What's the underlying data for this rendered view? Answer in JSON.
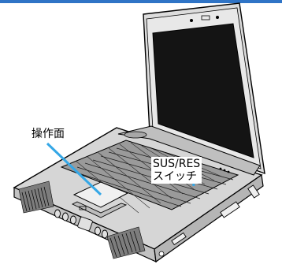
{
  "labels": {
    "sus_res_line1": "SUS/RES",
    "sus_res_line2": "スイッチ",
    "touchpad": "操作面"
  },
  "colors": {
    "callout_line": "#35a7e6",
    "top_bar": "#2f74c6",
    "screen": "#141414",
    "body": "#dadada"
  }
}
